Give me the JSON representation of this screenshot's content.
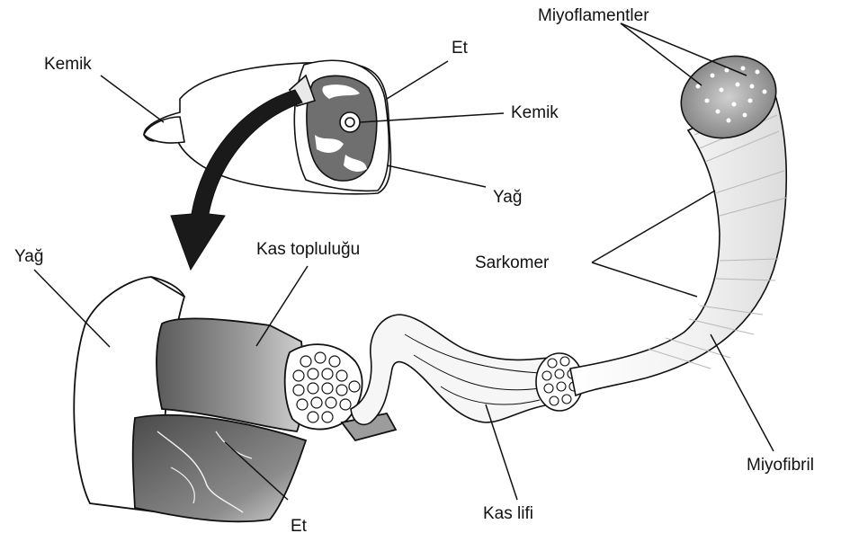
{
  "labels": {
    "miyoflamentler": "Miyoflamentler",
    "kemik_top": "Kemik",
    "et_top": "Et",
    "kemik_mid": "Kemik",
    "yag_top": "Yağ",
    "yag_left": "Yağ",
    "kas_toplulugu": "Kas topluluğu",
    "sarkomer": "Sarkomer",
    "miyofibril": "Miyofibril",
    "kas_lifi": "Kas lifi",
    "et_bottom": "Et"
  },
  "colors": {
    "ink": "#111111",
    "arrow": "#1a1a1a",
    "muscle_dark": "#6e6e6e",
    "muscle_light": "#d8d8d8",
    "fiber_fill": "#f4f4f4"
  }
}
